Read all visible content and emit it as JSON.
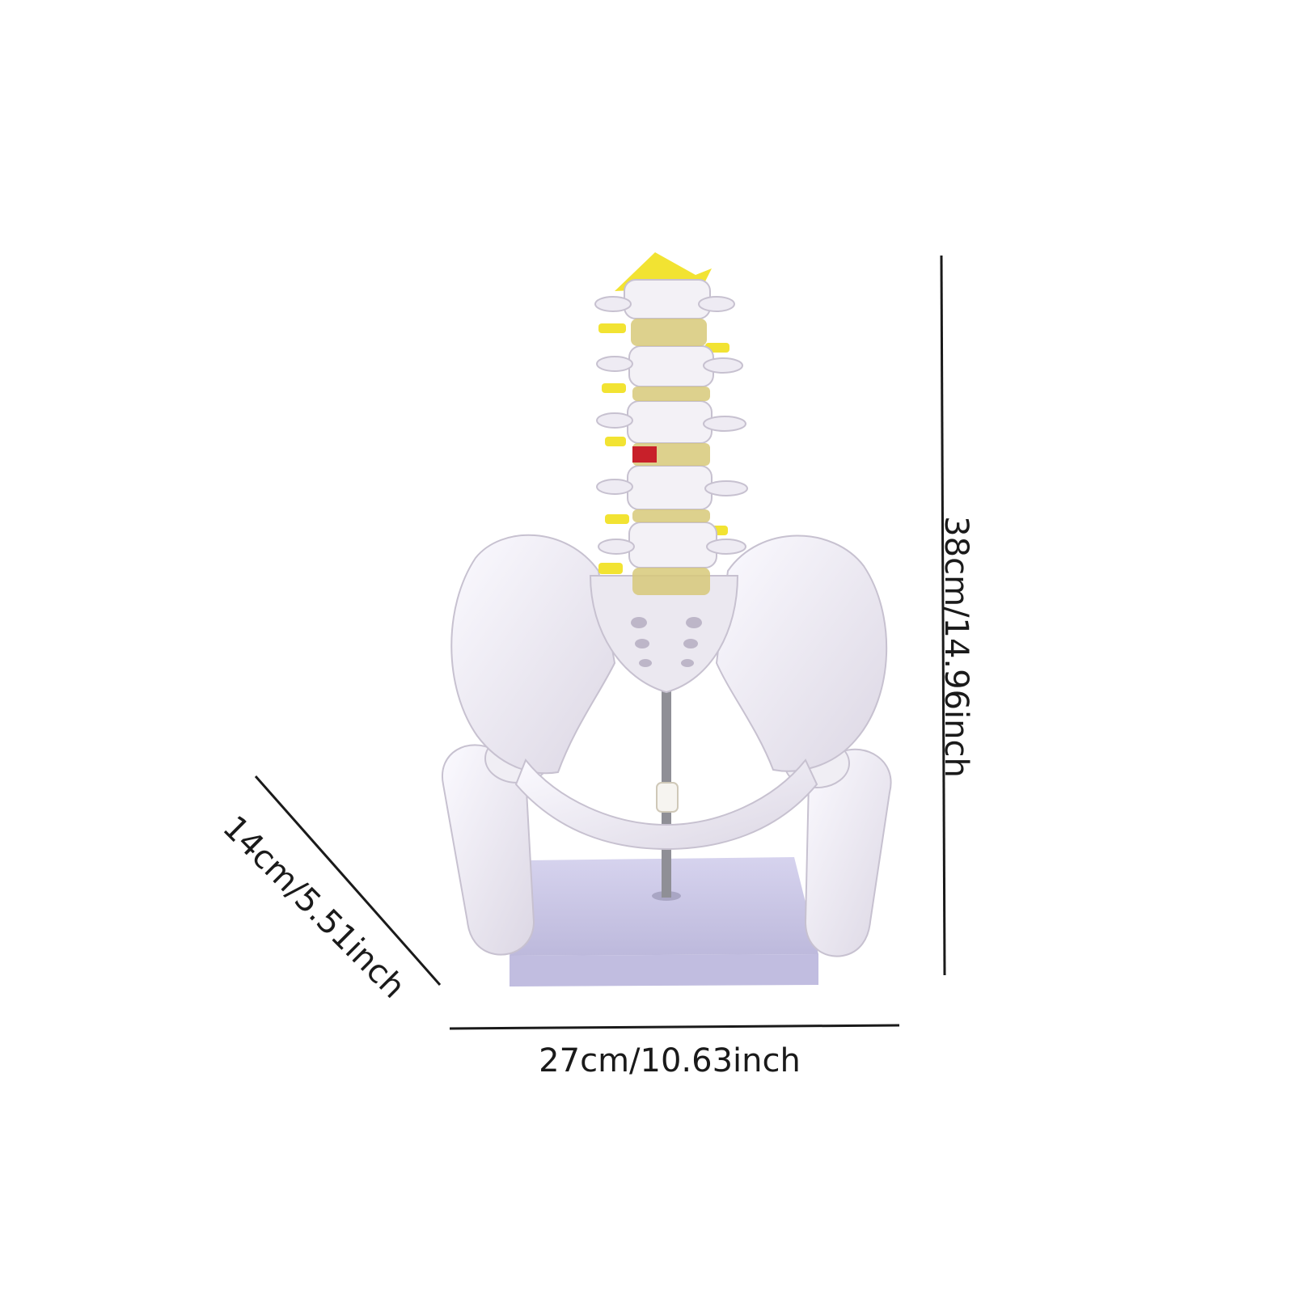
{
  "dimensions": {
    "height": "38cm/14.96inch",
    "width": "27cm/10.63inch",
    "depth": "14cm/5.51inch"
  },
  "colors": {
    "background": "#ffffff",
    "bone": "#f3f1f6",
    "bone_shadow": "#d7d2df",
    "nerve_yellow": "#f2e332",
    "disc_amber": "#d8c97a",
    "disc_red": "#c8202a",
    "stand_base": "#c9c6e6",
    "rod": "#8f8f96",
    "dimension_line": "#1a1a1a"
  }
}
